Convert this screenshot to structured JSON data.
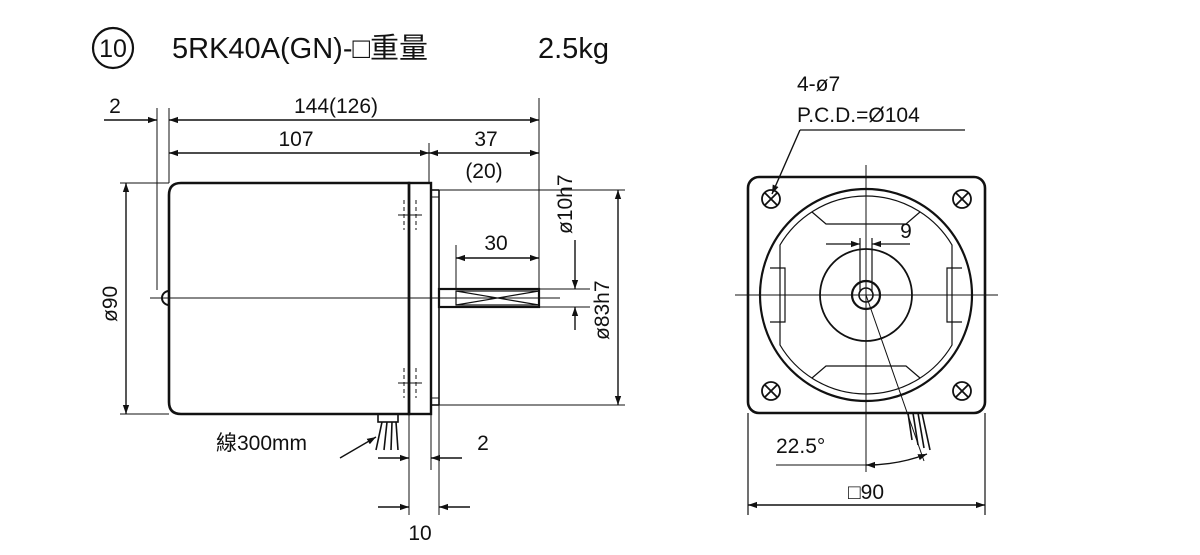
{
  "title": {
    "number": "10",
    "model": "5RK40A(GN)-□重量",
    "weight": "2.5kg"
  },
  "side_view": {
    "dim_flange_gap": "2",
    "dim_total_length": "144(126)",
    "dim_body_length": "107",
    "dim_shaft_length": "37",
    "dim_shaft_length_alt": "(20)",
    "dim_key_length": "30",
    "dim_shaft_diameter": "ø10h7",
    "dim_pilot_diameter": "ø83h7",
    "dim_body_diameter": "ø90",
    "lead_wire_label": "線300mm",
    "dim_pilot_height": "2",
    "dim_flange_thickness": "10"
  },
  "front_view": {
    "holes_label": "4-ø7",
    "pcd_label": "P.C.D.=Ø104",
    "dim_key_width": "9",
    "dim_lead_angle": "22.5°",
    "dim_square": "□90"
  },
  "colors": {
    "line": "#111111",
    "background": "#ffffff"
  }
}
